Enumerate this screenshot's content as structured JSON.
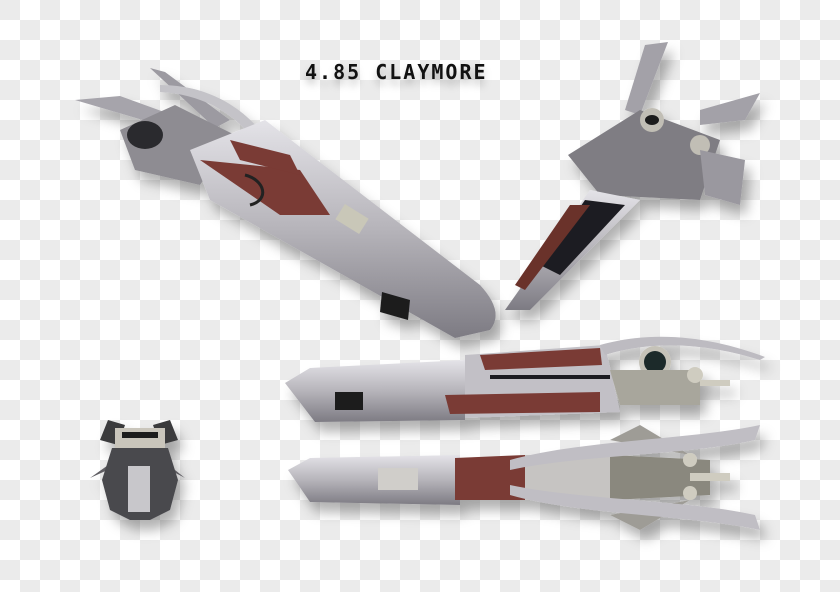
{
  "title": "4.85 CLAYMORE",
  "colors": {
    "hull": "#b9b7bd",
    "hull_light": "#dcdbe0",
    "hull_dark": "#7c7a82",
    "trim_red": "#7a3a34",
    "panel_dark": "#2a2a2c",
    "checker_light": "#ffffff",
    "checker_gray": "#ebebeb"
  },
  "views": [
    {
      "name": "perspective-front-three-quarter"
    },
    {
      "name": "perspective-rear-three-quarter"
    },
    {
      "name": "side-profile"
    },
    {
      "name": "top-down"
    },
    {
      "name": "front-on"
    }
  ]
}
